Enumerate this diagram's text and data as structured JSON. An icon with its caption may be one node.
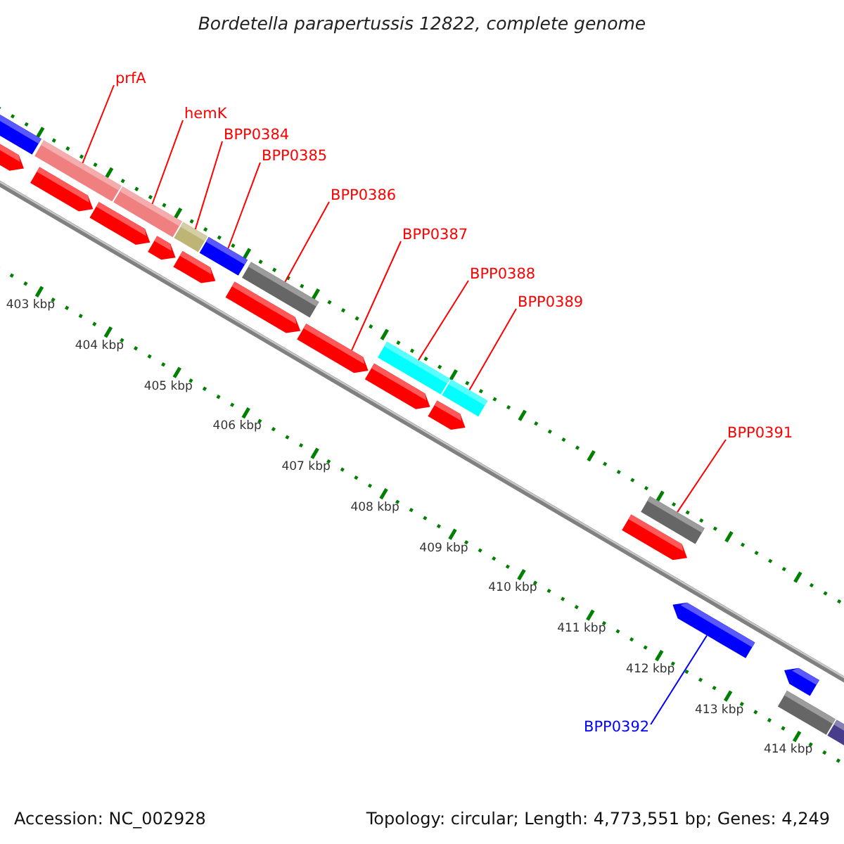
{
  "diagram": {
    "title": "Bordetella parapertussis 12822, complete genome",
    "nodes": [
      {
        "text": [
          "prfA"
        ]
      },
      {
        "text": [
          "hemK"
        ]
      },
      {
        "text": [
          "BPP0384"
        ]
      },
      {
        "text": [
          "BPP0385"
        ]
      },
      {
        "text": [
          "BPP0386"
        ]
      },
      {
        "text": [
          "BPP0387"
        ]
      },
      {
        "text": [
          "BPP0388"
        ]
      },
      {
        "text": [
          "BPP0389"
        ]
      },
      {
        "text": [
          "BPP0391"
        ]
      },
      {
        "text": [
          "BPP0392"
        ]
      },
      {
        "text": [],
        "shape": "bar"
      },
      {
        "text": [],
        "shape": "arrow"
      },
      {
        "text": [],
        "shape": "bar"
      },
      {
        "text": [],
        "shape": "arrow"
      },
      {
        "text": [],
        "shape": "arrow"
      },
      {
        "text": [],
        "shape": "bar"
      },
      {
        "text": [],
        "shape": "arrow"
      },
      {
        "text": [],
        "shape": "bar"
      },
      {
        "text": [],
        "shape": "arrow"
      },
      {
        "text": [],
        "shape": "bar"
      },
      {
        "text": [],
        "shape": "arrow"
      },
      {
        "text": [],
        "shape": "bar"
      },
      {
        "text": [],
        "shape": "arrow"
      },
      {
        "text": [],
        "shape": "bar"
      },
      {
        "text": [],
        "shape": "arrow"
      },
      {
        "text": [],
        "shape": "arrow"
      },
      {
        "text": [],
        "shape": "bar"
      },
      {
        "text": [],
        "shape": "arrow"
      },
      {
        "text": [],
        "shape": "bar"
      },
      {
        "text": [],
        "shape": "arrow"
      },
      {
        "text": [],
        "shape": "arrow"
      },
      {
        "text": [],
        "shape": "bar"
      },
      {
        "text": [],
        "shape": "bar"
      }
    ],
    "edges": [
      {
        "from": 0,
        "to": 12,
        "arrow": "none"
      },
      {
        "from": 1,
        "to": 15,
        "arrow": "none"
      },
      {
        "from": 2,
        "to": 17,
        "arrow": "none"
      },
      {
        "from": 3,
        "to": 19,
        "arrow": "none"
      },
      {
        "from": 4,
        "to": 21,
        "arrow": "none"
      },
      {
        "from": 5,
        "to": 22,
        "arrow": "none"
      },
      {
        "from": 6,
        "to": 23,
        "arrow": "none"
      },
      {
        "from": 7,
        "to": 26,
        "arrow": "none"
      },
      {
        "from": 8,
        "to": 28,
        "arrow": "none"
      },
      {
        "from": 9,
        "to": 29,
        "arrow": "none",
        "color": "#0000ff"
      }
    ],
    "labels": [
      "403 kbp",
      "404 kbp",
      "405 kbp",
      "406 kbp",
      "407 kbp",
      "408 kbp",
      "409 kbp",
      "410 kbp",
      "411 kbp",
      "412 kbp",
      "413 kbp",
      "414 kbp",
      "Accession: NC_002928",
      "Topology: circular; Length: 4,773,551 bp; Genes: 4,249"
    ]
  }
}
